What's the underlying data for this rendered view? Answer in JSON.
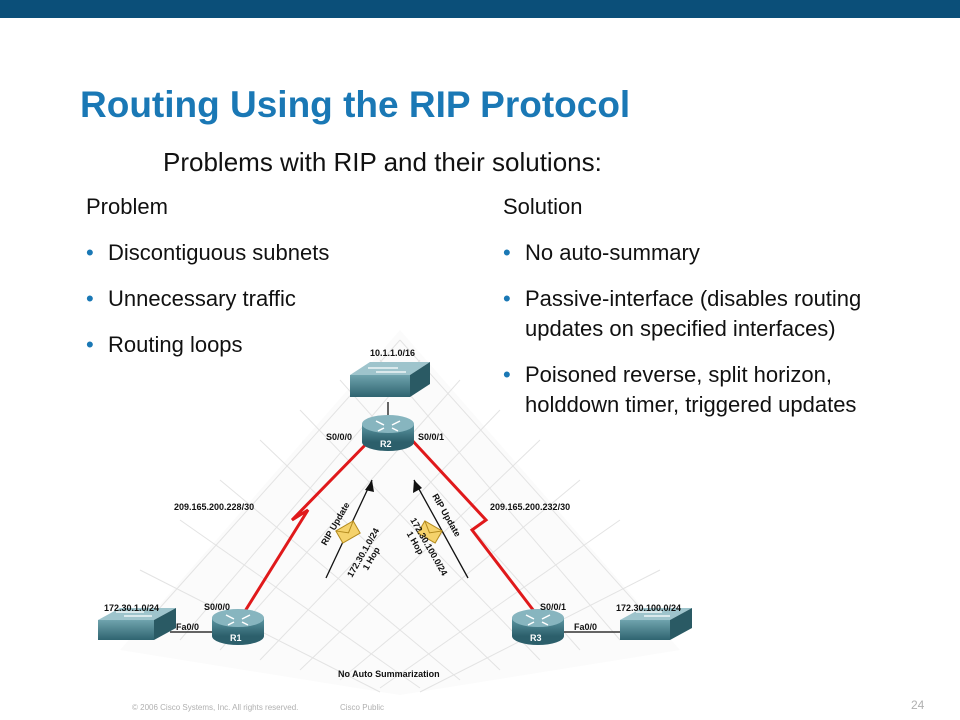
{
  "slide": {
    "title": "Routing Using the RIP Protocol",
    "subtitle": "Problems with RIP and their solutions:",
    "problem_header": "Problem",
    "problems": [
      "Discontiguous subnets",
      "Unnecessary traffic",
      "Routing loops"
    ],
    "solution_header": "Solution",
    "solutions": [
      "No auto-summary",
      "Passive-interface (disables routing updates on specified interfaces)",
      "Poisoned reverse, split horizon, holddown timer, triggered updates"
    ]
  },
  "diagram": {
    "r2_lan": "10.1.1.0/16",
    "r2_left_if": "S0/0/0",
    "r2_right_if": "S0/0/1",
    "r2": "R2",
    "left_link": "209.165.200.228/30",
    "right_link": "209.165.200.232/30",
    "left_update_title": "RIP Update",
    "left_update_route": "172.30.1.0/24",
    "left_update_hop": "1 Hop",
    "right_update_title": "RIP Update",
    "right_update_route": "172.30.100.0/24",
    "right_update_hop": "1 Hop",
    "r1_lan": "172.30.1.0/24",
    "r1_serial": "S0/0/0",
    "r1_fa": "Fa0/0",
    "r1": "R1",
    "r3_serial": "S0/0/1",
    "r3_lan": "172.30.100.0/24",
    "r3_fa": "Fa0/0",
    "r3": "R3",
    "caption": "No Auto Summarization"
  },
  "footer": {
    "copyright": "© 2006 Cisco Systems, Inc. All rights reserved.",
    "classification": "Cisco Public",
    "page": "24"
  },
  "colors": {
    "brand_bar": "#0b4f79",
    "title": "#1a78b5",
    "serial_link": "#e0191b",
    "device": "#3f7d8a"
  },
  "icons": [
    "router-icon",
    "switch-icon",
    "envelope-icon",
    "lightning-serial-link"
  ]
}
